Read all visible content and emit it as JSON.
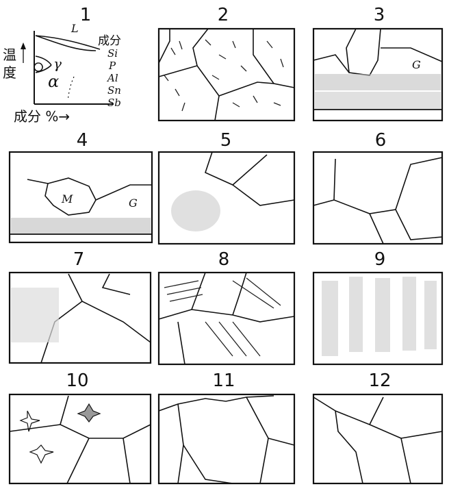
{
  "panels": [
    {
      "number": "1"
    },
    {
      "number": "2"
    },
    {
      "number": "3"
    },
    {
      "number": "4"
    },
    {
      "number": "5"
    },
    {
      "number": "6"
    },
    {
      "number": "7"
    },
    {
      "number": "8"
    },
    {
      "number": "9"
    },
    {
      "number": "10"
    },
    {
      "number": "11"
    },
    {
      "number": "12"
    }
  ],
  "phase_diagram": {
    "y_axis_label": [
      "温",
      "度"
    ],
    "x_axis_label": "成分 %→",
    "component_label": "成分",
    "elements": [
      "Si",
      "P",
      "Al",
      "Sn",
      "Sb"
    ],
    "phase_alpha": "α",
    "phase_gamma": "γ",
    "phase_liquid": "L"
  },
  "annotations": {
    "panel3_marker": "G",
    "panel4_marker": "G",
    "panel4_region": "M"
  }
}
